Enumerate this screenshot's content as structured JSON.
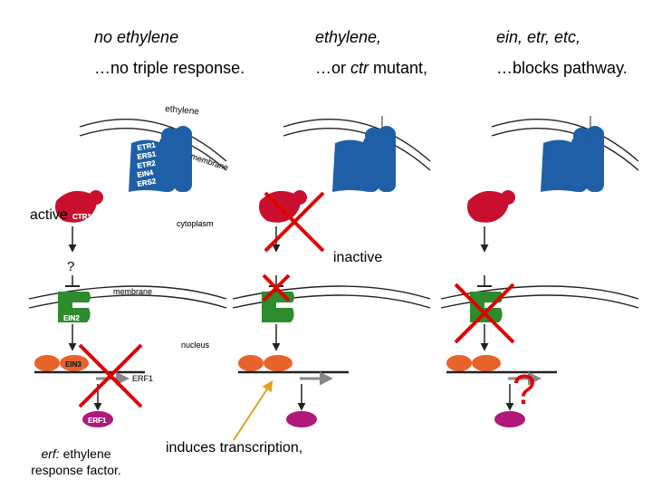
{
  "columns": [
    {
      "line1": "no ethylene",
      "line2": "…no triple response."
    },
    {
      "line1": "ethylene,",
      "line2_pre": "…or ",
      "line2_em": "ctr",
      "line2_post": " mutant,"
    },
    {
      "line1": "ein, etr, etc,",
      "line2": "…blocks pathway."
    }
  ],
  "annotations": {
    "active": "active",
    "inactive": "inactive",
    "erf_def_em": "erf:",
    "erf_def_rest": " ethylene",
    "erf_def_line2": "response factor.",
    "induces": "induces transcription,"
  },
  "diagram_labels": {
    "ethylene": "ethylene",
    "membrane": "membrane",
    "cytoplasm": "cytoplasm",
    "nucleus": "nucleus",
    "receptors": [
      "ETR1",
      "ERS1",
      "ETR2",
      "EIN4",
      "ERS2"
    ],
    "ctr1": "CTR1",
    "ein2": "EIN2",
    "ein3": "EIN3",
    "erf1": "ERF1",
    "unknown": "?",
    "big_question": "?"
  },
  "colors": {
    "receptor": "#1f5fa8",
    "ctr1": "#c8102e",
    "ein2": "#2e8b2e",
    "ein3": "#e8632a",
    "erf1": "#b0187a",
    "cross": "#e00000",
    "induce_arrow": "#e0a020",
    "gene_arrow": "#888888"
  }
}
